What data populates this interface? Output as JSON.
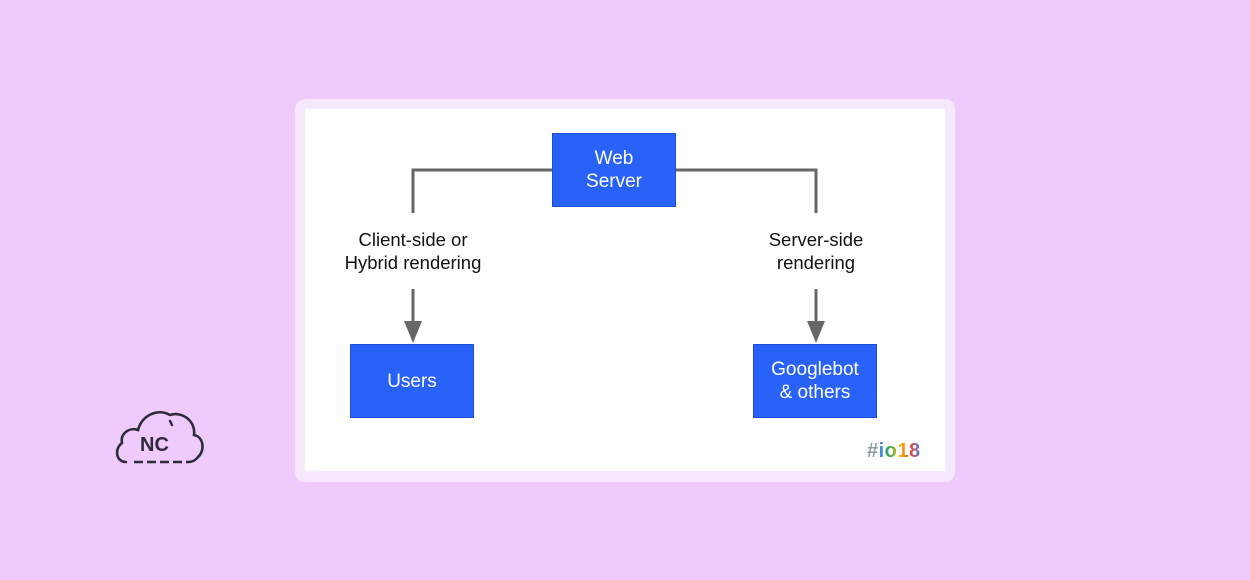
{
  "diagram": {
    "nodes": {
      "web_server": "Web\nServer",
      "users": "Users",
      "googlebot": "Googlebot\n& others"
    },
    "edge_labels": {
      "client_side": "Client-side or\nHybrid rendering",
      "server_side": "Server-side\nrendering"
    },
    "event_tag": {
      "hash": "#",
      "year": "io18"
    },
    "colors": {
      "node_fill": "#2962f8",
      "connector": "#666666",
      "page_background": "#efcafd"
    }
  },
  "brand": {
    "logo_text": "NC",
    "logo_icon": "cloud-icon"
  }
}
